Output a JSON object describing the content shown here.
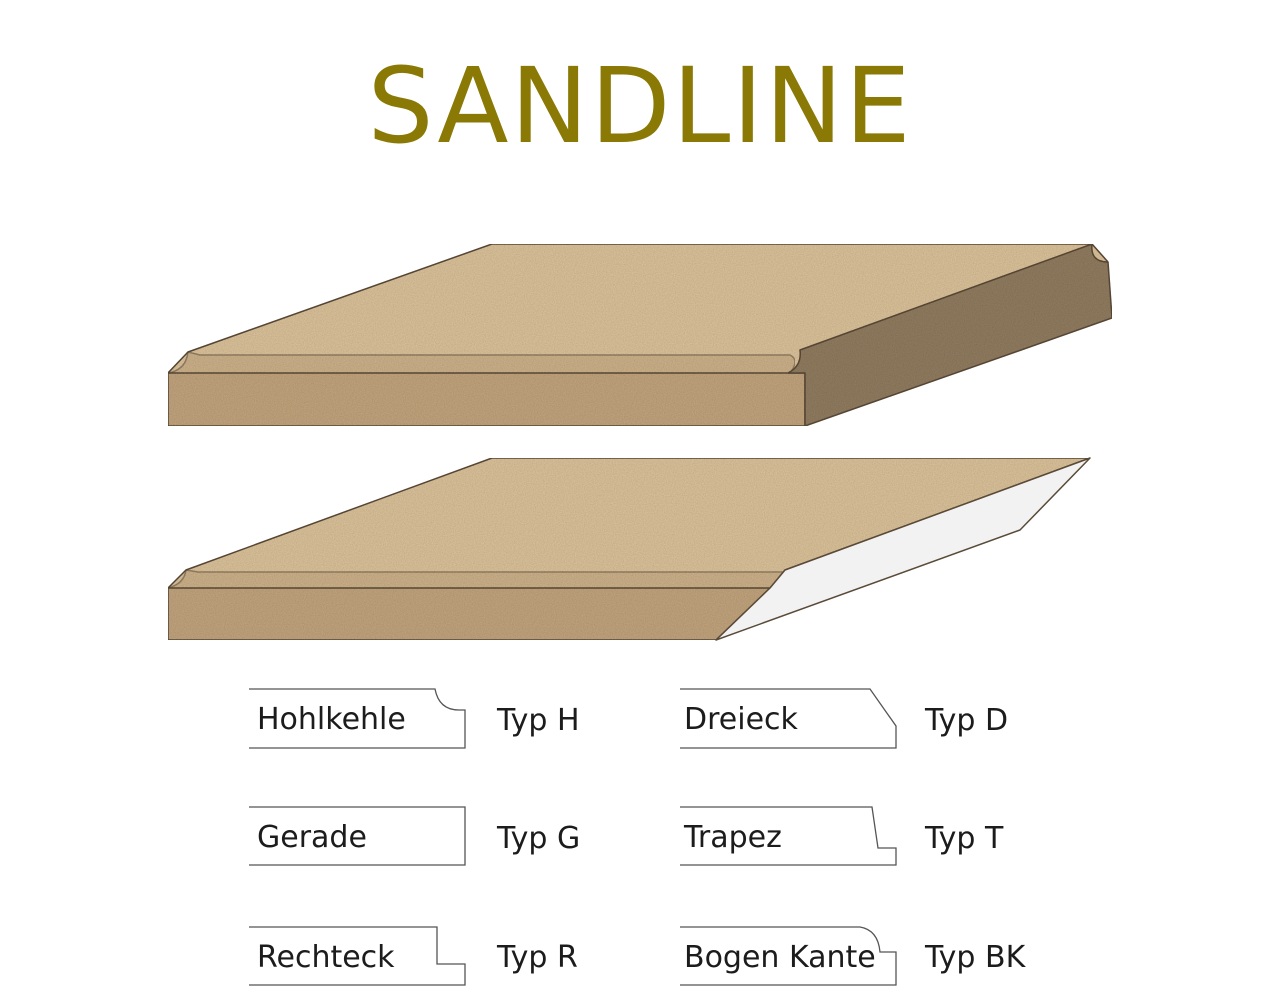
{
  "title": "SANDLINE",
  "colors": {
    "title": "#8a7a05",
    "slab_top": "#d8bf98",
    "slab_front": "#bfa27b",
    "slab_side": "#8f7a5e",
    "slab_outline": "#5a4a38",
    "cut_face": "#f2f2f2"
  },
  "profiles": [
    {
      "name": "Hohlkehle",
      "type": "Typ H"
    },
    {
      "name": "Dreieck",
      "type": "Typ D"
    },
    {
      "name": "Gerade",
      "type": "Typ G"
    },
    {
      "name": "Trapez",
      "type": "Typ T"
    },
    {
      "name": "Rechteck",
      "type": "Typ R"
    },
    {
      "name": "Bogen Kante",
      "type": "Typ BK"
    }
  ]
}
